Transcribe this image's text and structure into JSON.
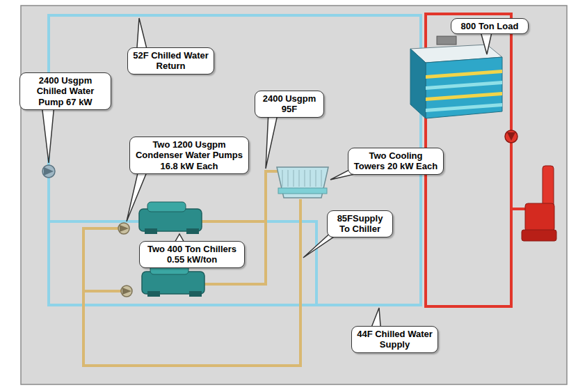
{
  "diagram": {
    "nodes": [
      {
        "text": [
          "52F Chilled Water Return"
        ]
      },
      {
        "text": [
          "800 Ton Load"
        ]
      },
      {
        "text": [
          "2400 Usgpm Chilled Water Pump 67 kW"
        ]
      },
      {
        "text": [
          "2400 Usgpm 95F"
        ]
      },
      {
        "text": [
          "Two 1200 Usgpm Condenser Water Pumps 16.8 kW Each"
        ]
      },
      {
        "text": [
          "Two Cooling Towers 20 kW Each"
        ]
      },
      {
        "text": [
          "85FSupply To Chiller"
        ]
      },
      {
        "text": [
          "Two 400 Ton Chillers 0.55 kW/ton"
        ]
      },
      {
        "text": [
          "44F Chilled Water Supply"
        ]
      }
    ]
  }
}
